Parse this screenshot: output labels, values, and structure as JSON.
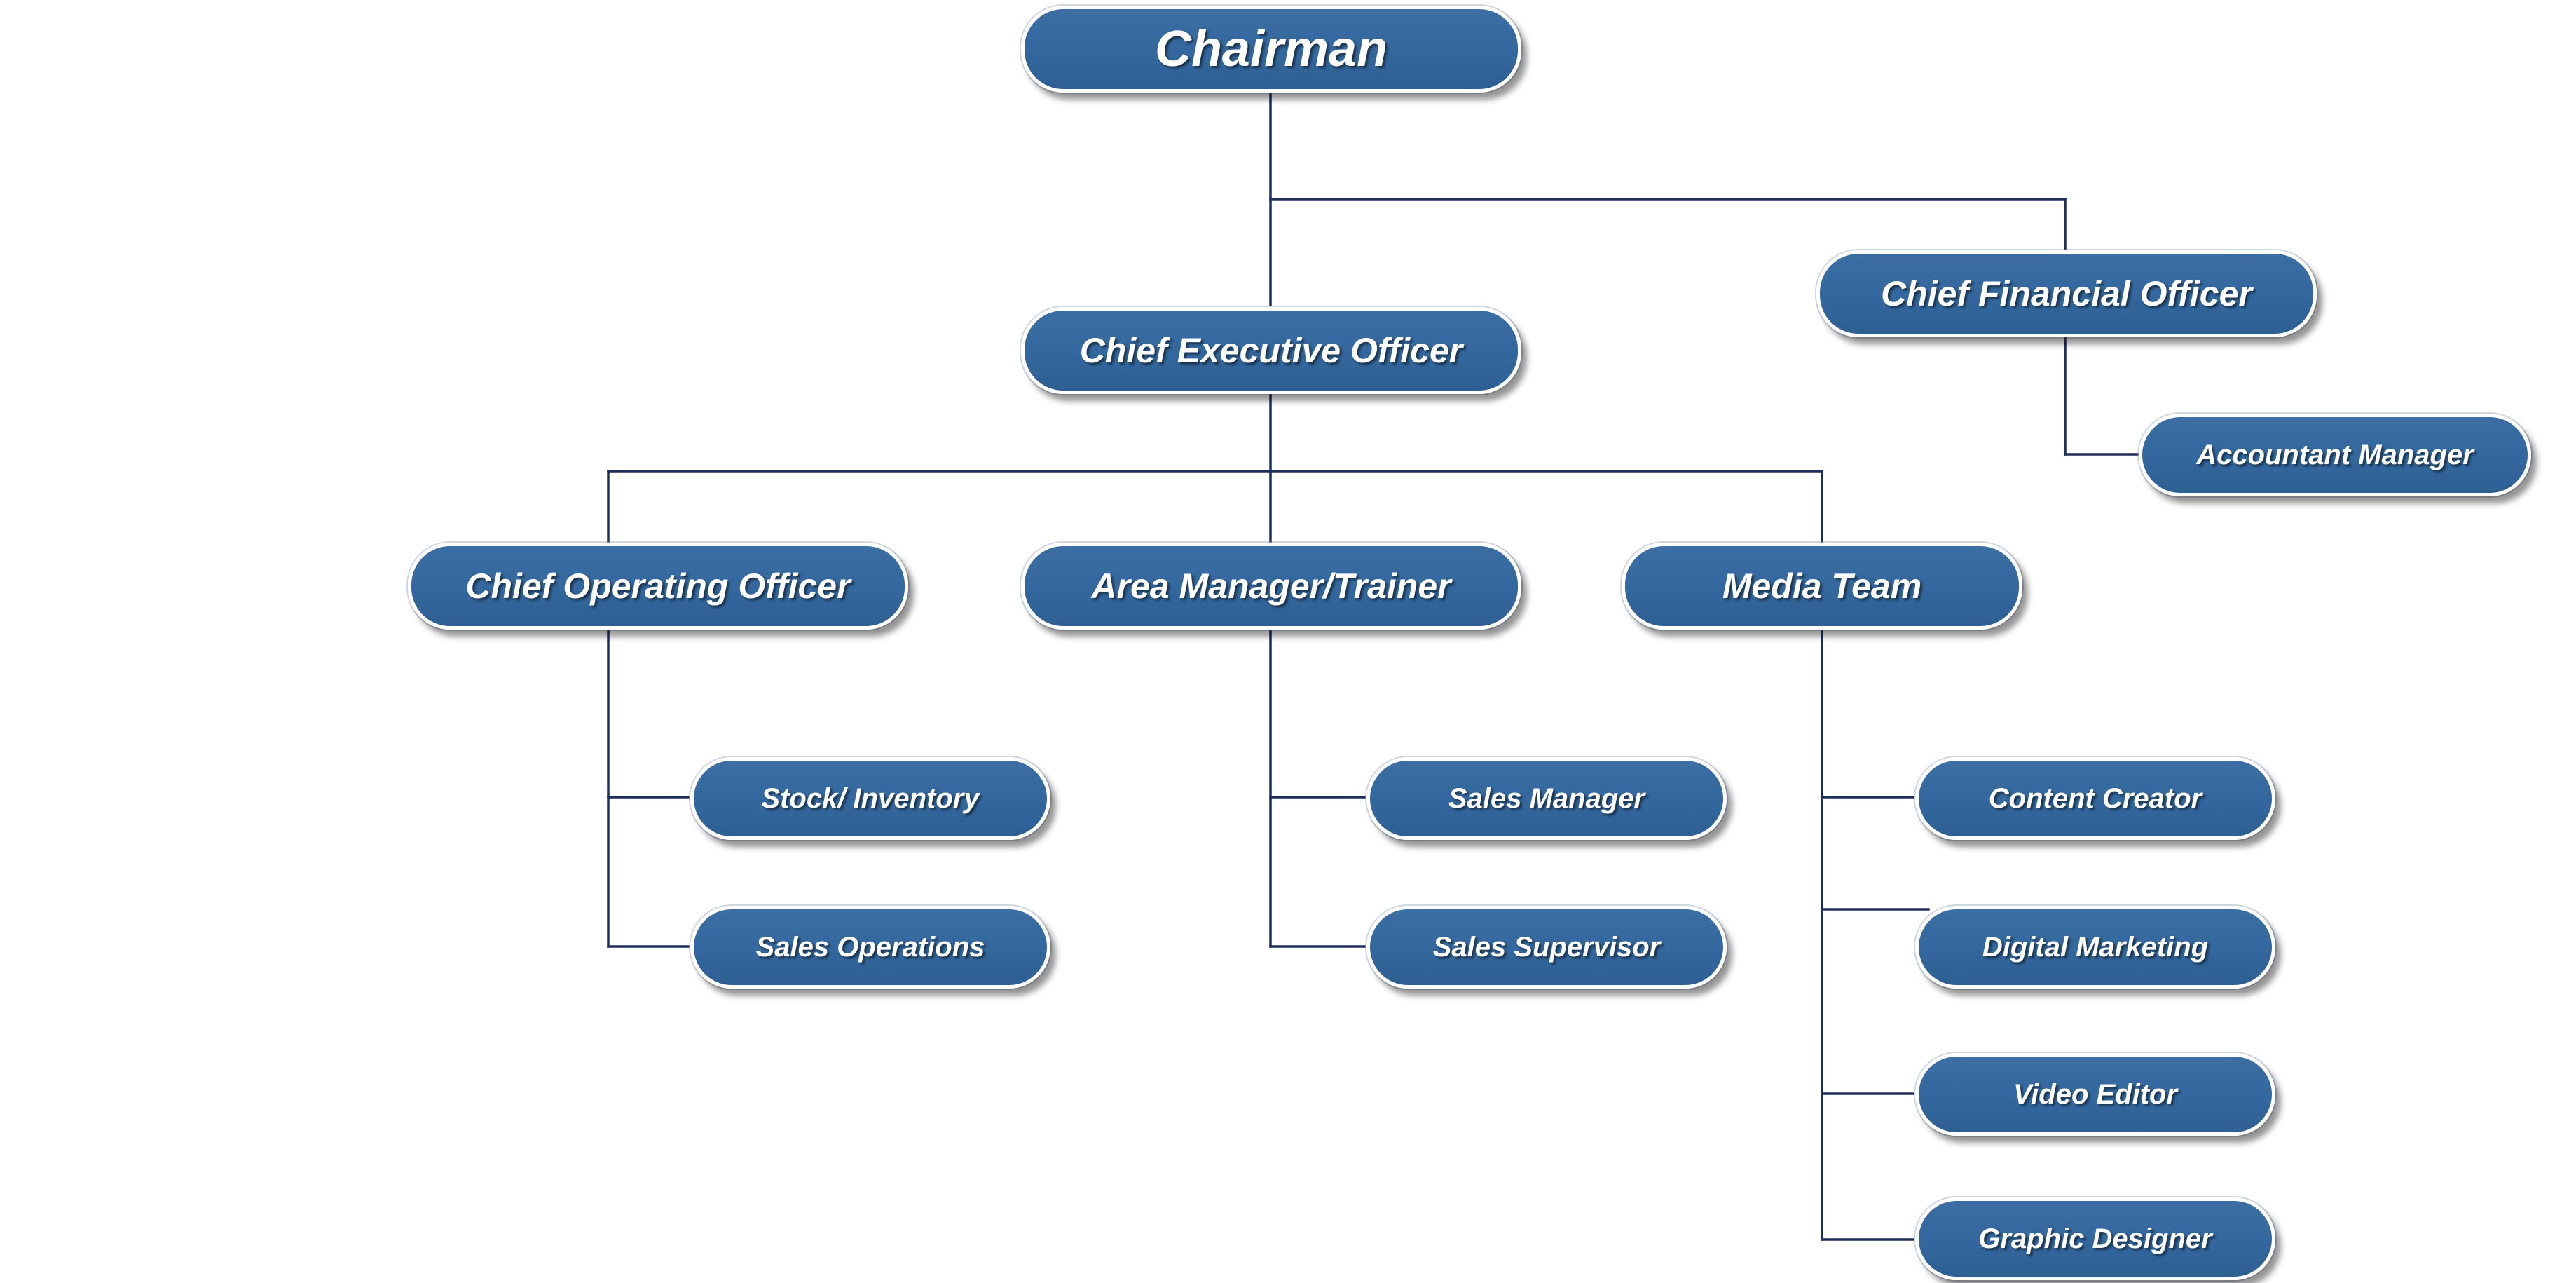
{
  "org_chart": {
    "chairman": "Chairman",
    "ceo": "Chief Executive Officer",
    "cfo": "Chief Financial Officer",
    "accountant_manager": "Accountant Manager",
    "coo": "Chief Operating Officer",
    "area_manager": "Area Manager/Trainer",
    "media_team": "Media Team",
    "coo_reports": [
      "Stock/ Inventory",
      "Sales Operations"
    ],
    "area_manager_reports": [
      "Sales Manager",
      "Sales Supervisor"
    ],
    "media_team_reports": [
      "Content Creator",
      "Digital Marketing",
      "Video Editor",
      "Graphic Designer"
    ]
  },
  "colors": {
    "node_fill": "#33679d",
    "node_border": "#ffffff",
    "connector": "#1f2d5a",
    "text": "#ffffff"
  }
}
